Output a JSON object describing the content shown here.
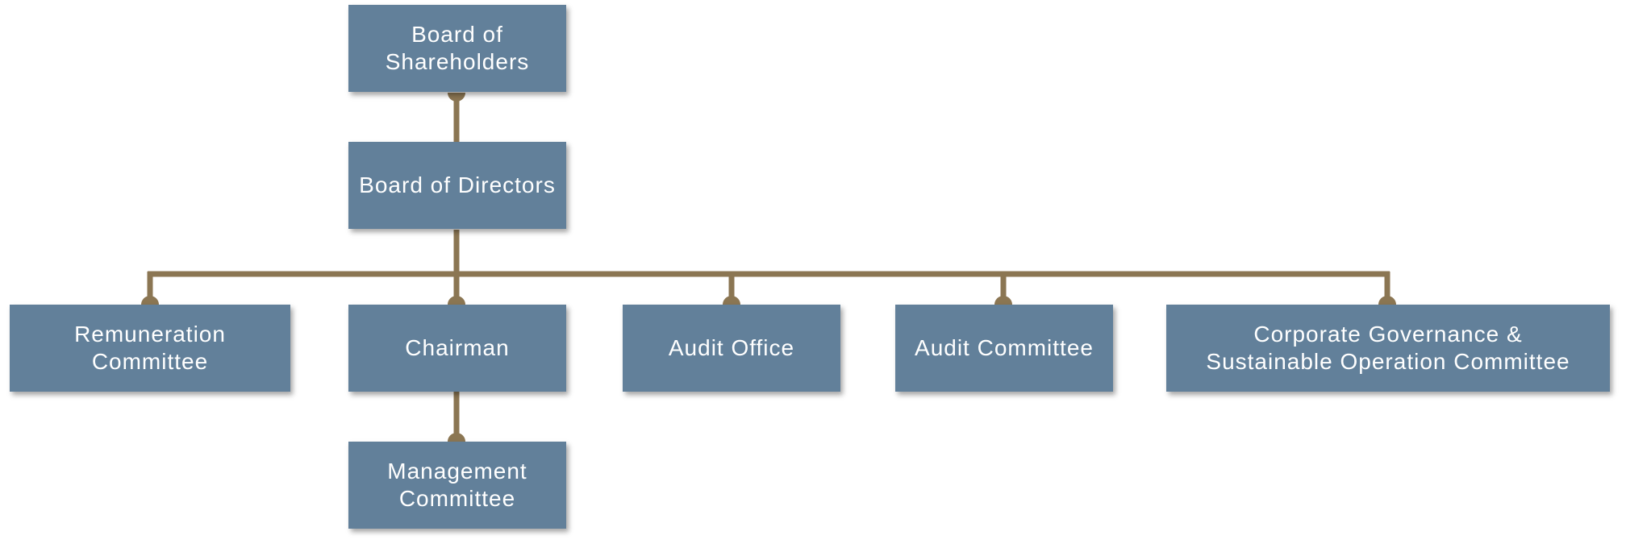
{
  "org_chart": {
    "nodes": {
      "shareholders": "Board of\nShareholders",
      "directors": "Board of Directors",
      "remuneration": "Remuneration\nCommittee",
      "chairman": "Chairman",
      "audit_office": "Audit Office",
      "audit_committee": "Audit Committee",
      "governance": "Corporate Governance &\nSustainable Operation Committee",
      "management": "Management\nCommittee"
    },
    "colors": {
      "box": "#62809a",
      "connector": "#8b7653",
      "text": "#ffffff"
    }
  }
}
